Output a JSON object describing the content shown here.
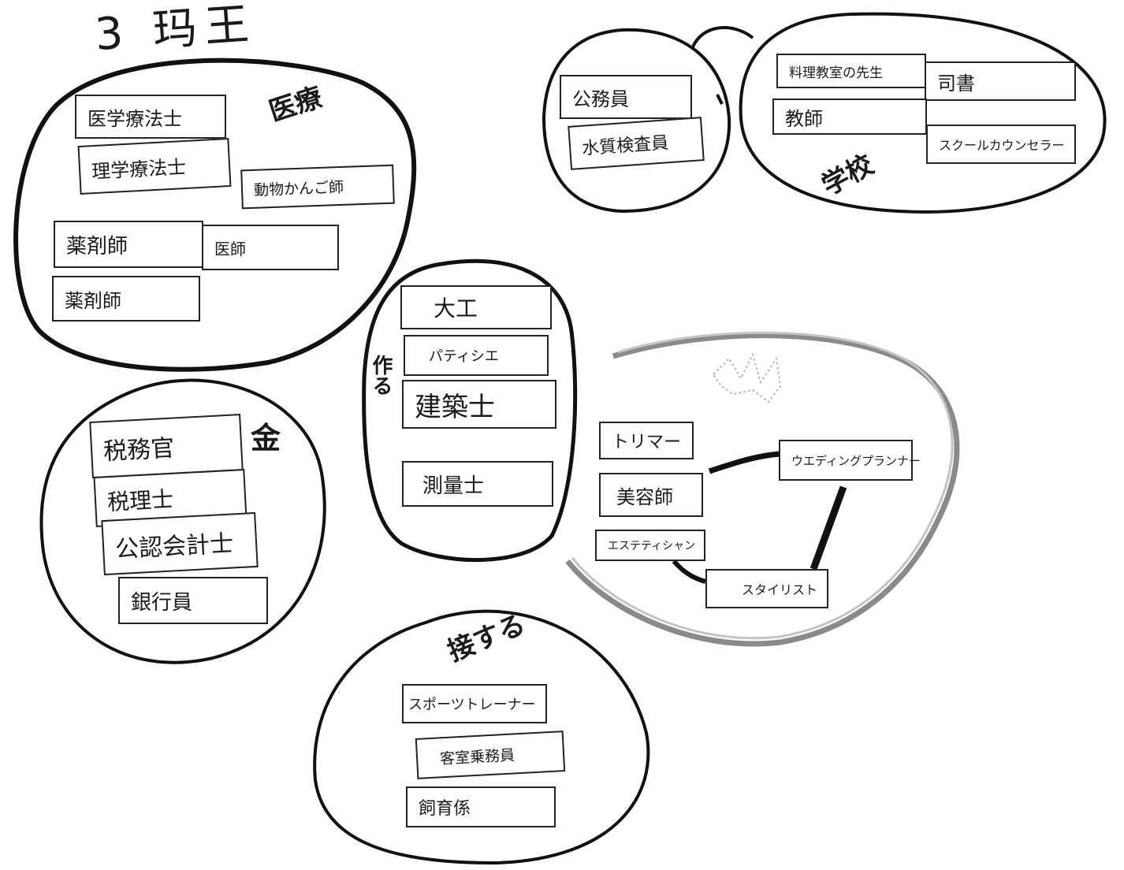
{
  "title": "3 玛王",
  "groups": {
    "medical": {
      "label": "医療",
      "cards": [
        "医学療法士",
        "理学療法士",
        "動物かんご師",
        "薬剤師",
        "医師",
        "薬剤師"
      ]
    },
    "office": {
      "cards": [
        "公務員",
        "水質検査員"
      ]
    },
    "school": {
      "label": "学校",
      "cards": [
        "料理教室の先生",
        "司書",
        "教師",
        "スクールカウンセラー"
      ]
    },
    "money": {
      "label": "金",
      "cards": [
        "税務官",
        "税理士",
        "公認会計士",
        "銀行員"
      ]
    },
    "make": {
      "label": "作る",
      "cards": [
        "大工",
        "パティシエ",
        "建築士",
        "測量士"
      ]
    },
    "beauty": {
      "cards": [
        "トリマー",
        "ウエディングプランナー",
        "美容師",
        "エステティシャン",
        "スタイリスト"
      ]
    },
    "care": {
      "label": "接する",
      "cards": [
        "スポーツトレーナー",
        "客室乗務員",
        "飼育係"
      ]
    }
  }
}
